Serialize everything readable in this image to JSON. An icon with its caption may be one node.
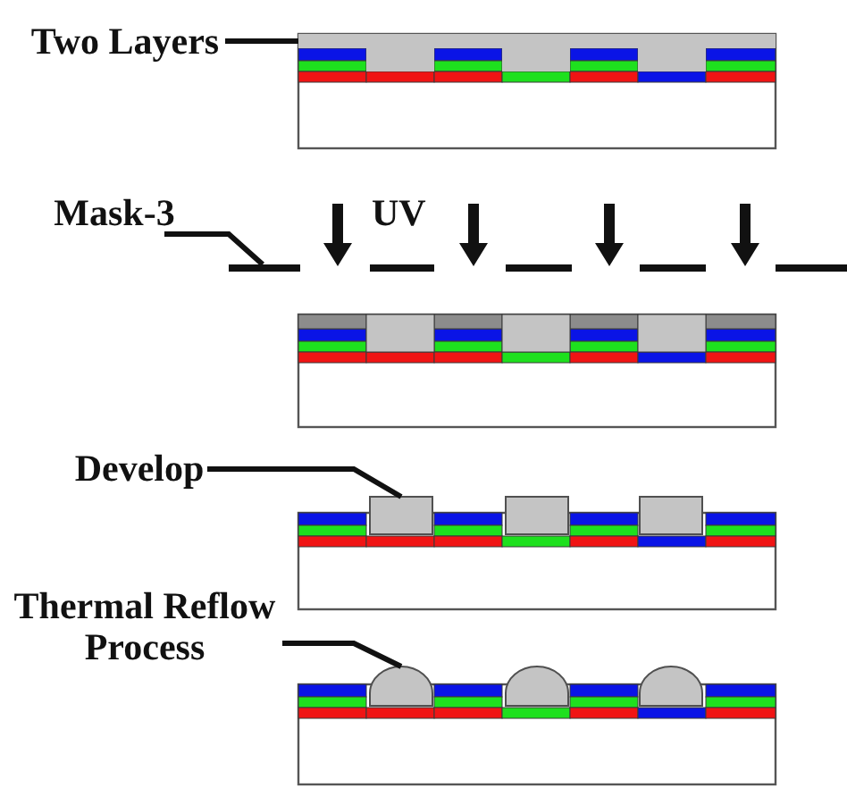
{
  "diagram": {
    "nodes": [
      {
        "text": [
          "Two Layers"
        ]
      },
      {
        "text": [],
        "shape": "bar"
      },
      {
        "text": [
          "Mask-3"
        ]
      },
      {
        "text": [],
        "shape": "bar"
      },
      {
        "text": [
          "Develop"
        ]
      },
      {
        "text": [],
        "shape": "box"
      },
      {
        "text": [],
        "shape": "box"
      },
      {
        "text": [],
        "shape": "box"
      },
      {
        "text": [
          "Thermal Reflow Process"
        ]
      },
      {
        "text": [],
        "shape": "dome"
      },
      {
        "text": [],
        "shape": "dome"
      },
      {
        "text": [],
        "shape": "dome"
      }
    ],
    "edges": [
      {
        "from": 0,
        "to": 1,
        "arrow": "none"
      },
      {
        "from": 2,
        "to": 3,
        "arrow": "none"
      },
      {
        "from": 4,
        "to": 5,
        "arrow": "none"
      },
      {
        "from": 8,
        "to": 9,
        "arrow": "none"
      }
    ],
    "labels": [
      "UV"
    ]
  }
}
